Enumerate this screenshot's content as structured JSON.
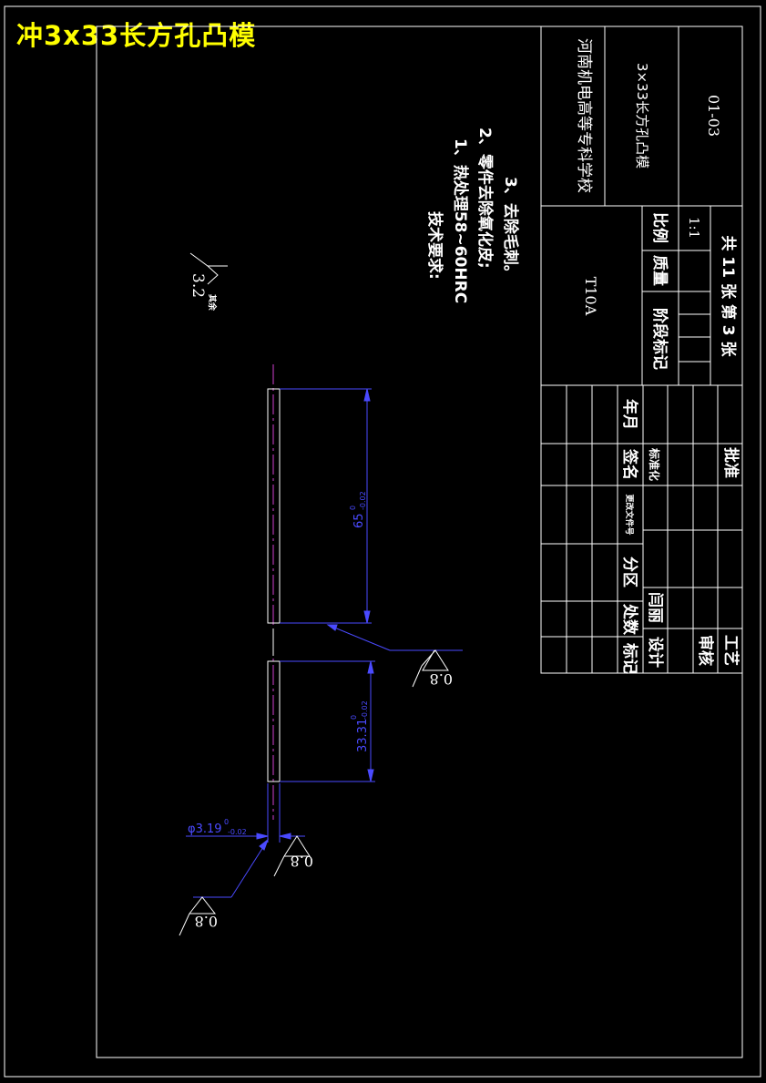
{
  "title": "冲3x33长方孔凸模",
  "title_block": {
    "school": "河南机电高等专科学校",
    "part_name": "3×33长方孔凸模",
    "drawing_no": "01-03",
    "material": "T10A",
    "scale_label": "比例",
    "scale_value": "1:1",
    "stage_mark_label": "阶段标记",
    "weight_label": "质量",
    "sheets": "共 11 张 第 3 张"
  },
  "revision_block": {
    "mark": "标记",
    "count": "处数",
    "zone": "分区",
    "change_doc": "更改文件号",
    "signature": "签名",
    "date": "年月",
    "design": "设计",
    "designer": "闫丽",
    "standardize": "标准化",
    "review": "审核",
    "process": "工艺",
    "approve": "批准"
  },
  "technical_requirements": {
    "heading": "技术要求:",
    "items": [
      "1、热处理58~60HRC",
      "2、零件去除氧化皮;",
      "3、去除毛刺。"
    ]
  },
  "surface_finish": {
    "remaining_label": "其余",
    "remaining_value": "3.2",
    "value": "0.8"
  },
  "dimensions": {
    "length": {
      "nominal": "65",
      "upper": "0",
      "lower": "-0.02"
    },
    "width": {
      "nominal": "33.31",
      "upper": "0",
      "lower": "-0.02"
    },
    "thickness": {
      "nominal": "φ3.19",
      "upper": "0",
      "lower": "-0.02"
    }
  },
  "colors": {
    "background": "#000000",
    "line": "#ffffff",
    "dimension": "#4a4aff",
    "centerline": "#d040d0",
    "title": "#ffff00"
  }
}
